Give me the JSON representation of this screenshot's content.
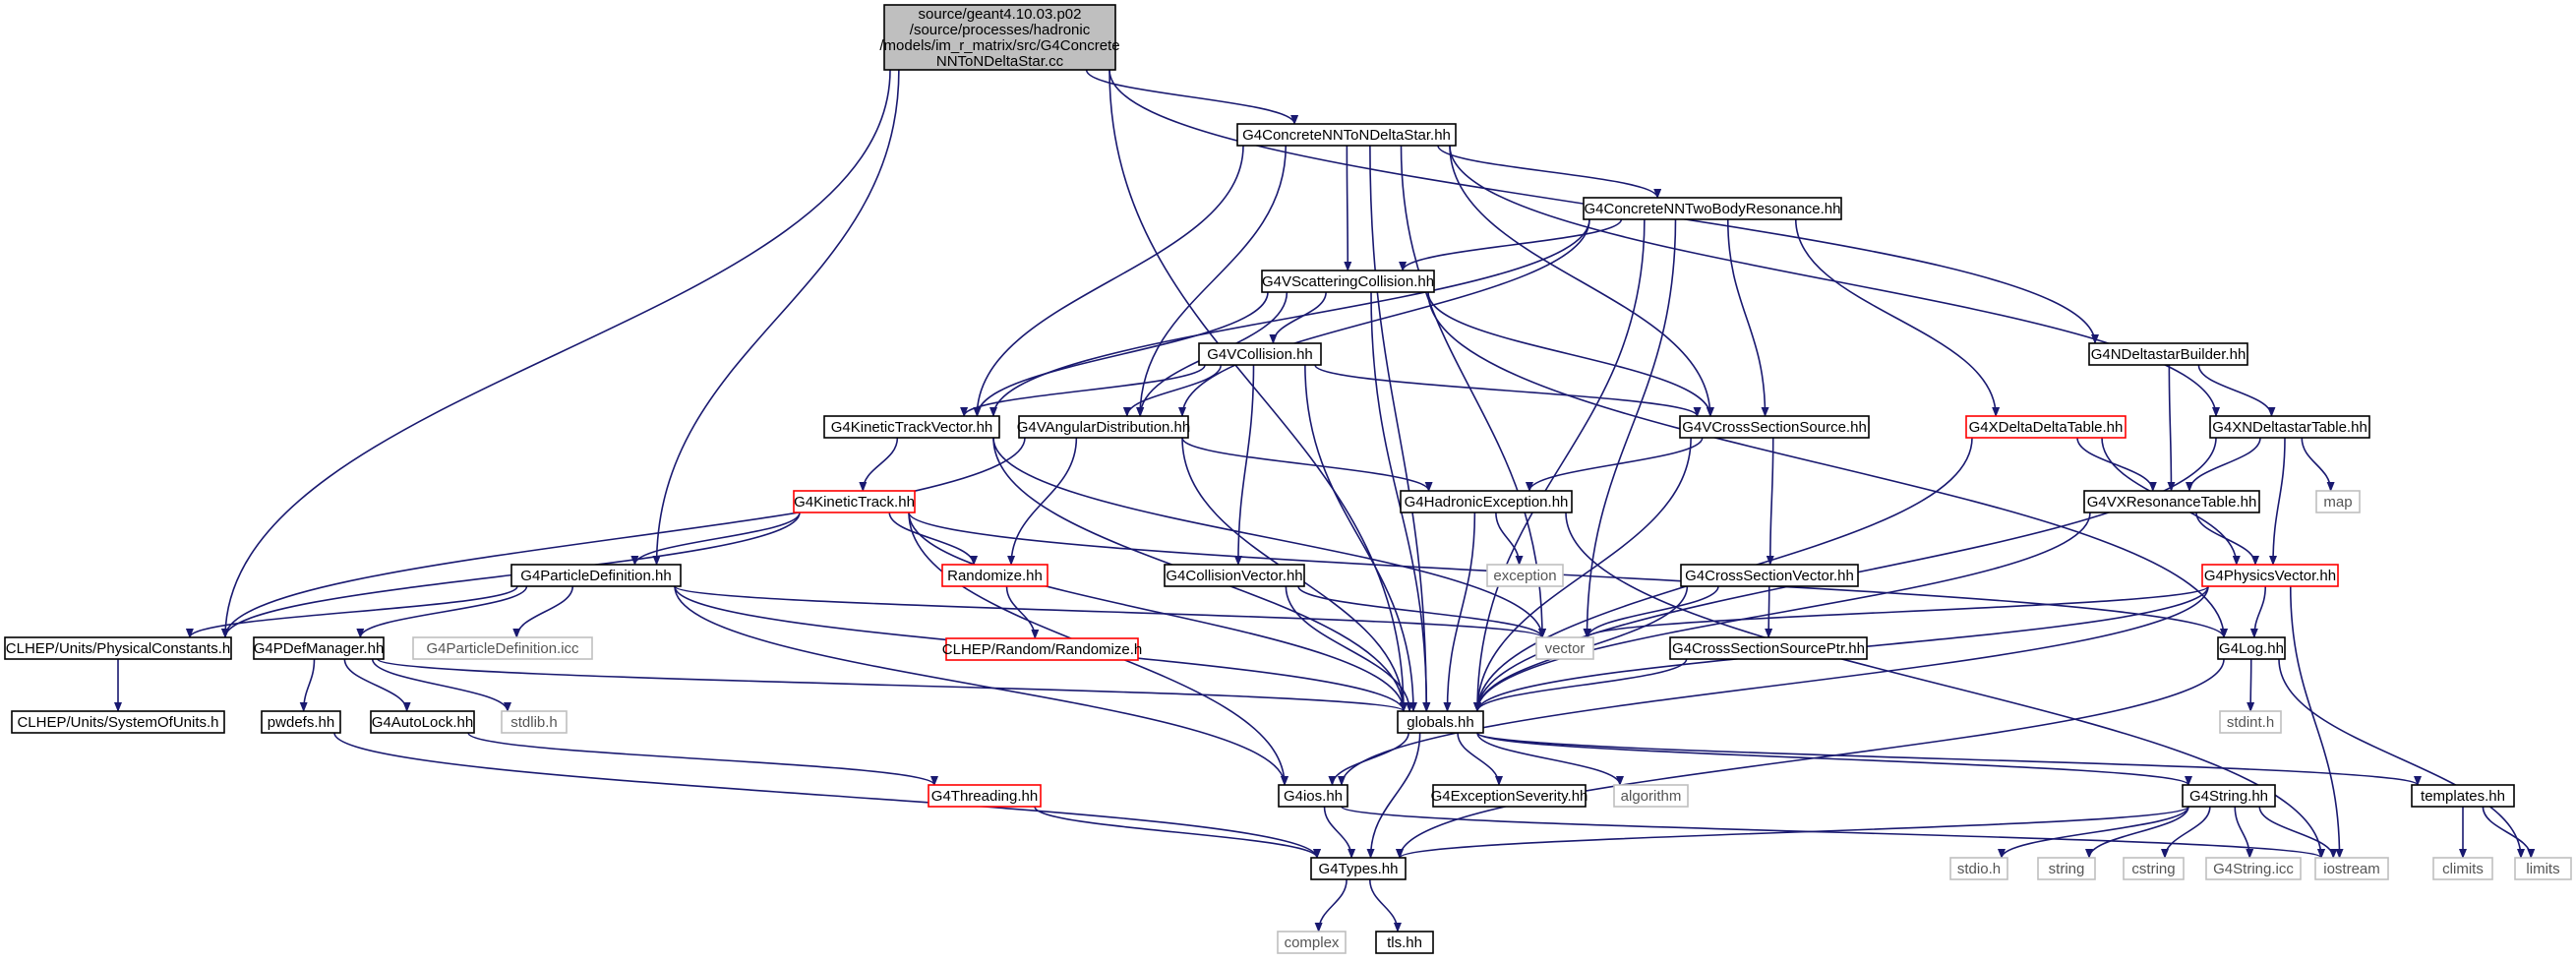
{
  "colors": {
    "edge": "#191970",
    "root_fill": "#bfbfbf",
    "normal_border": "#000000",
    "red_border": "#ff0000",
    "grey_border": "#bfbfbf"
  },
  "nodes": [
    {
      "id": "root",
      "kind": "root",
      "lines": [
        "source/geant4.10.03.p02",
        "/source/processes/hadronic",
        "/models/im_r_matrix/src/G4Concrete",
        "NNToNDeltaStar.cc"
      ]
    },
    {
      "id": "concrete_nn_ndeltastar_hh",
      "kind": "normal",
      "lines": [
        "G4ConcreteNNToNDeltaStar.hh"
      ]
    },
    {
      "id": "concrete_nn_twobody_hh",
      "kind": "normal",
      "lines": [
        "G4ConcreteNNTwoBodyResonance.hh"
      ]
    },
    {
      "id": "vscattering_collision_hh",
      "kind": "normal",
      "lines": [
        "G4VScatteringCollision.hh"
      ]
    },
    {
      "id": "vcollision_hh",
      "kind": "normal",
      "lines": [
        "G4VCollision.hh"
      ]
    },
    {
      "id": "ndeltastar_builder_hh",
      "kind": "normal",
      "lines": [
        "G4NDeltastarBuilder.hh"
      ]
    },
    {
      "id": "xdeltadelta_table_hh",
      "kind": "red",
      "lines": [
        "G4XDeltaDeltaTable.hh"
      ]
    },
    {
      "id": "xndeltastar_table_hh",
      "kind": "normal",
      "lines": [
        "G4XNDeltastarTable.hh"
      ]
    },
    {
      "id": "kinetic_track_vector_hh",
      "kind": "normal",
      "lines": [
        "G4KineticTrackVector.hh"
      ]
    },
    {
      "id": "vangular_distribution_hh",
      "kind": "normal",
      "lines": [
        "G4VAngularDistribution.hh"
      ]
    },
    {
      "id": "vcross_section_source_hh",
      "kind": "normal",
      "lines": [
        "G4VCrossSectionSource.hh"
      ]
    },
    {
      "id": "kinetic_track_hh",
      "kind": "red",
      "lines": [
        "G4KineticTrack.hh"
      ]
    },
    {
      "id": "hadronic_exception_hh",
      "kind": "normal",
      "lines": [
        "G4HadronicException.hh"
      ]
    },
    {
      "id": "vxresonance_table_hh",
      "kind": "normal",
      "lines": [
        "G4VXResonanceTable.hh"
      ]
    },
    {
      "id": "map",
      "kind": "grey",
      "lines": [
        "map"
      ]
    },
    {
      "id": "particle_definition_hh",
      "kind": "normal",
      "lines": [
        "G4ParticleDefinition.hh"
      ]
    },
    {
      "id": "randomize_hh",
      "kind": "red",
      "lines": [
        "Randomize.hh"
      ]
    },
    {
      "id": "collision_vector_hh",
      "kind": "normal",
      "lines": [
        "G4CollisionVector.hh"
      ]
    },
    {
      "id": "exception",
      "kind": "grey",
      "lines": [
        "exception"
      ]
    },
    {
      "id": "cross_section_vector_hh",
      "kind": "normal",
      "lines": [
        "G4CrossSectionVector.hh"
      ]
    },
    {
      "id": "physics_vector_hh",
      "kind": "red",
      "lines": [
        "G4PhysicsVector.hh"
      ]
    },
    {
      "id": "clhep_physical_constants_h",
      "kind": "normal",
      "lines": [
        "CLHEP/Units/PhysicalConstants.h"
      ]
    },
    {
      "id": "pdef_manager_hh",
      "kind": "normal",
      "lines": [
        "G4PDefManager.hh"
      ]
    },
    {
      "id": "particle_definition_icc",
      "kind": "grey",
      "lines": [
        "G4ParticleDefinition.icc"
      ]
    },
    {
      "id": "clhep_random_randomize_h",
      "kind": "red",
      "lines": [
        "CLHEP/Random/Randomize.h"
      ]
    },
    {
      "id": "vector",
      "kind": "grey",
      "lines": [
        "vector"
      ]
    },
    {
      "id": "cross_section_source_ptr_hh",
      "kind": "normal",
      "lines": [
        "G4CrossSectionSourcePtr.hh"
      ]
    },
    {
      "id": "log_hh",
      "kind": "normal",
      "lines": [
        "G4Log.hh"
      ]
    },
    {
      "id": "clhep_system_of_units_h",
      "kind": "normal",
      "lines": [
        "CLHEP/Units/SystemOfUnits.h"
      ]
    },
    {
      "id": "pwdefs_hh",
      "kind": "normal",
      "lines": [
        "pwdefs.hh"
      ]
    },
    {
      "id": "autolock_hh",
      "kind": "normal",
      "lines": [
        "G4AutoLock.hh"
      ]
    },
    {
      "id": "stdlib_h",
      "kind": "grey",
      "lines": [
        "stdlib.h"
      ]
    },
    {
      "id": "globals_hh",
      "kind": "normal",
      "lines": [
        "globals.hh"
      ]
    },
    {
      "id": "stdint_h",
      "kind": "grey",
      "lines": [
        "stdint.h"
      ]
    },
    {
      "id": "threading_hh",
      "kind": "red",
      "lines": [
        "G4Threading.hh"
      ]
    },
    {
      "id": "ios_hh",
      "kind": "normal",
      "lines": [
        "G4ios.hh"
      ]
    },
    {
      "id": "exception_severity_hh",
      "kind": "normal",
      "lines": [
        "G4ExceptionSeverity.hh"
      ]
    },
    {
      "id": "algorithm",
      "kind": "grey",
      "lines": [
        "algorithm"
      ]
    },
    {
      "id": "string_hh",
      "kind": "normal",
      "lines": [
        "G4String.hh"
      ]
    },
    {
      "id": "templates_hh",
      "kind": "normal",
      "lines": [
        "templates.hh"
      ]
    },
    {
      "id": "stdio_h",
      "kind": "grey",
      "lines": [
        "stdio.h"
      ]
    },
    {
      "id": "string",
      "kind": "grey",
      "lines": [
        "string"
      ]
    },
    {
      "id": "cstring",
      "kind": "grey",
      "lines": [
        "cstring"
      ]
    },
    {
      "id": "string_icc",
      "kind": "grey",
      "lines": [
        "G4String.icc"
      ]
    },
    {
      "id": "iostream",
      "kind": "grey",
      "lines": [
        "iostream"
      ]
    },
    {
      "id": "climits",
      "kind": "grey",
      "lines": [
        "climits"
      ]
    },
    {
      "id": "limits",
      "kind": "grey",
      "lines": [
        "limits"
      ]
    },
    {
      "id": "types_hh",
      "kind": "normal",
      "lines": [
        "G4Types.hh"
      ]
    },
    {
      "id": "complex",
      "kind": "grey",
      "lines": [
        "complex"
      ]
    },
    {
      "id": "tls_hh",
      "kind": "normal",
      "lines": [
        "tls.hh"
      ]
    }
  ],
  "edges": [
    [
      "root",
      "concrete_nn_ndeltastar_hh"
    ],
    [
      "root",
      "particle_definition_hh"
    ],
    [
      "root",
      "globals_hh"
    ],
    [
      "root",
      "clhep_physical_constants_h"
    ],
    [
      "root",
      "ndeltastar_builder_hh"
    ],
    [
      "concrete_nn_ndeltastar_hh",
      "concrete_nn_twobody_hh"
    ],
    [
      "concrete_nn_ndeltastar_hh",
      "vscattering_collision_hh"
    ],
    [
      "concrete_nn_ndeltastar_hh",
      "kinetic_track_vector_hh"
    ],
    [
      "concrete_nn_ndeltastar_hh",
      "vangular_distribution_hh"
    ],
    [
      "concrete_nn_ndeltastar_hh",
      "vcross_section_source_hh"
    ],
    [
      "concrete_nn_ndeltastar_hh",
      "vector"
    ],
    [
      "concrete_nn_ndeltastar_hh",
      "globals_hh"
    ],
    [
      "concrete_nn_ndeltastar_hh",
      "xndeltastar_table_hh"
    ],
    [
      "concrete_nn_twobody_hh",
      "vscattering_collision_hh"
    ],
    [
      "concrete_nn_twobody_hh",
      "kinetic_track_vector_hh"
    ],
    [
      "concrete_nn_twobody_hh",
      "vangular_distribution_hh"
    ],
    [
      "concrete_nn_twobody_hh",
      "vcross_section_source_hh"
    ],
    [
      "concrete_nn_twobody_hh",
      "xdeltadelta_table_hh"
    ],
    [
      "concrete_nn_twobody_hh",
      "vector"
    ],
    [
      "concrete_nn_twobody_hh",
      "globals_hh"
    ],
    [
      "vscattering_collision_hh",
      "vcollision_hh"
    ],
    [
      "vscattering_collision_hh",
      "kinetic_track_vector_hh"
    ],
    [
      "vscattering_collision_hh",
      "vangular_distribution_hh"
    ],
    [
      "vscattering_collision_hh",
      "vcross_section_source_hh"
    ],
    [
      "vscattering_collision_hh",
      "globals_hh"
    ],
    [
      "vscattering_collision_hh",
      "log_hh"
    ],
    [
      "vcollision_hh",
      "kinetic_track_vector_hh"
    ],
    [
      "vcollision_hh",
      "vangular_distribution_hh"
    ],
    [
      "vcollision_hh",
      "vcross_section_source_hh"
    ],
    [
      "vcollision_hh",
      "collision_vector_hh"
    ],
    [
      "vcollision_hh",
      "globals_hh"
    ],
    [
      "ndeltastar_builder_hh",
      "xndeltastar_table_hh"
    ],
    [
      "ndeltastar_builder_hh",
      "vxresonance_table_hh"
    ],
    [
      "xdeltadelta_table_hh",
      "vxresonance_table_hh"
    ],
    [
      "xdeltadelta_table_hh",
      "physics_vector_hh"
    ],
    [
      "xdeltadelta_table_hh",
      "globals_hh"
    ],
    [
      "xndeltastar_table_hh",
      "vxresonance_table_hh"
    ],
    [
      "xndeltastar_table_hh",
      "map"
    ],
    [
      "xndeltastar_table_hh",
      "physics_vector_hh"
    ],
    [
      "xndeltastar_table_hh",
      "globals_hh"
    ],
    [
      "kinetic_track_vector_hh",
      "kinetic_track_hh"
    ],
    [
      "kinetic_track_vector_hh",
      "vector"
    ],
    [
      "kinetic_track_vector_hh",
      "globals_hh"
    ],
    [
      "vangular_distribution_hh",
      "randomize_hh"
    ],
    [
      "vangular_distribution_hh",
      "hadronic_exception_hh"
    ],
    [
      "vangular_distribution_hh",
      "clhep_physical_constants_h"
    ],
    [
      "vangular_distribution_hh",
      "globals_hh"
    ],
    [
      "vcross_section_source_hh",
      "hadronic_exception_hh"
    ],
    [
      "vcross_section_source_hh",
      "cross_section_vector_hh"
    ],
    [
      "vcross_section_source_hh",
      "globals_hh"
    ],
    [
      "kinetic_track_hh",
      "particle_definition_hh"
    ],
    [
      "kinetic_track_hh",
      "randomize_hh"
    ],
    [
      "kinetic_track_hh",
      "clhep_physical_constants_h"
    ],
    [
      "kinetic_track_hh",
      "globals_hh"
    ],
    [
      "kinetic_track_hh",
      "ios_hh"
    ],
    [
      "kinetic_track_hh",
      "log_hh"
    ],
    [
      "hadronic_exception_hh",
      "exception"
    ],
    [
      "hadronic_exception_hh",
      "globals_hh"
    ],
    [
      "hadronic_exception_hh",
      "iostream"
    ],
    [
      "vxresonance_table_hh",
      "physics_vector_hh"
    ],
    [
      "vxresonance_table_hh",
      "globals_hh"
    ],
    [
      "particle_definition_hh",
      "clhep_physical_constants_h"
    ],
    [
      "particle_definition_hh",
      "pdef_manager_hh"
    ],
    [
      "particle_definition_hh",
      "particle_definition_icc"
    ],
    [
      "particle_definition_hh",
      "vector"
    ],
    [
      "particle_definition_hh",
      "globals_hh"
    ],
    [
      "particle_definition_hh",
      "ios_hh"
    ],
    [
      "randomize_hh",
      "clhep_random_randomize_h"
    ],
    [
      "collision_vector_hh",
      "vector"
    ],
    [
      "collision_vector_hh",
      "globals_hh"
    ],
    [
      "cross_section_vector_hh",
      "cross_section_source_ptr_hh"
    ],
    [
      "cross_section_vector_hh",
      "vector"
    ],
    [
      "cross_section_vector_hh",
      "globals_hh"
    ],
    [
      "physics_vector_hh",
      "vector"
    ],
    [
      "physics_vector_hh",
      "log_hh"
    ],
    [
      "physics_vector_hh",
      "globals_hh"
    ],
    [
      "physics_vector_hh",
      "ios_hh"
    ],
    [
      "physics_vector_hh",
      "iostream"
    ],
    [
      "clhep_physical_constants_h",
      "clhep_system_of_units_h"
    ],
    [
      "pdef_manager_hh",
      "pwdefs_hh"
    ],
    [
      "pdef_manager_hh",
      "autolock_hh"
    ],
    [
      "pdef_manager_hh",
      "stdlib_h"
    ],
    [
      "pdef_manager_hh",
      "globals_hh"
    ],
    [
      "cross_section_source_ptr_hh",
      "globals_hh"
    ],
    [
      "log_hh",
      "stdint_h"
    ],
    [
      "log_hh",
      "types_hh"
    ],
    [
      "log_hh",
      "limits"
    ],
    [
      "pwdefs_hh",
      "types_hh"
    ],
    [
      "autolock_hh",
      "threading_hh"
    ],
    [
      "threading_hh",
      "types_hh"
    ],
    [
      "globals_hh",
      "ios_hh"
    ],
    [
      "globals_hh",
      "exception_severity_hh"
    ],
    [
      "globals_hh",
      "algorithm"
    ],
    [
      "globals_hh",
      "string_hh"
    ],
    [
      "globals_hh",
      "templates_hh"
    ],
    [
      "globals_hh",
      "types_hh"
    ],
    [
      "ios_hh",
      "types_hh"
    ],
    [
      "ios_hh",
      "iostream"
    ],
    [
      "string_hh",
      "stdio_h"
    ],
    [
      "string_hh",
      "string"
    ],
    [
      "string_hh",
      "cstring"
    ],
    [
      "string_hh",
      "string_icc"
    ],
    [
      "string_hh",
      "iostream"
    ],
    [
      "string_hh",
      "types_hh"
    ],
    [
      "templates_hh",
      "climits"
    ],
    [
      "templates_hh",
      "limits"
    ],
    [
      "types_hh",
      "complex"
    ],
    [
      "types_hh",
      "tls_hh"
    ]
  ]
}
